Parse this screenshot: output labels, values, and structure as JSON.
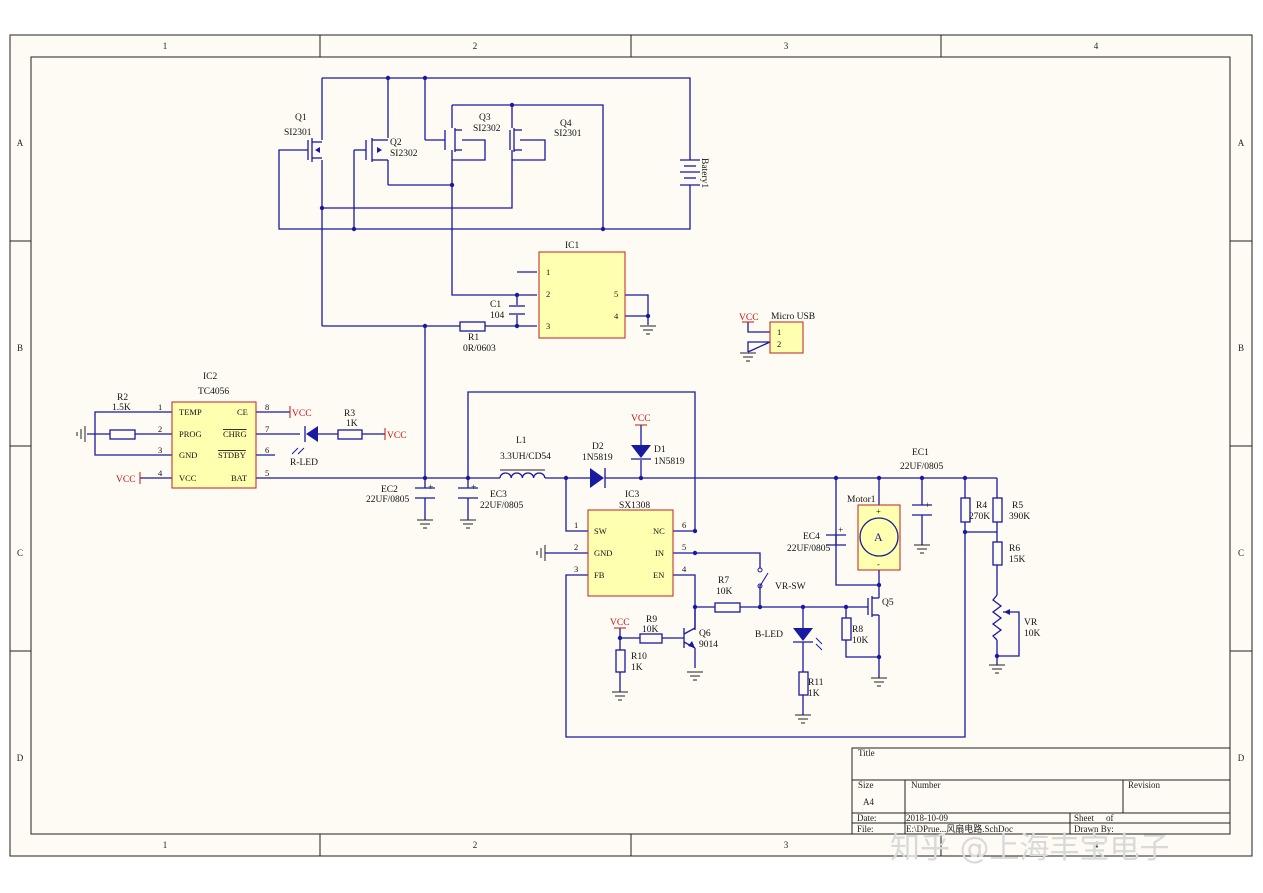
{
  "frame": {
    "columns": [
      "1",
      "2",
      "3",
      "4"
    ],
    "rows": [
      "A",
      "B",
      "C",
      "D"
    ]
  },
  "title_block": {
    "title_label": "Title",
    "size_label": "Size",
    "size_value": "A4",
    "number_label": "Number",
    "revision_label": "Revision",
    "date_label": "Date:",
    "date_value": "2018-10-09",
    "sheet_label": "Sheet",
    "sheet_of": "of",
    "file_label": "File:",
    "file_value": "E:\\DPrue...风扇电路.SchDoc",
    "drawn_label": "Drawn By:"
  },
  "watermark": "知乎 @上海丰宝电子",
  "components": {
    "q1": {
      "ref": "Q1",
      "part": "SI2301"
    },
    "q2": {
      "ref": "Q2",
      "part": "SI2302"
    },
    "q3": {
      "ref": "Q3",
      "part": "SI2302"
    },
    "q4": {
      "ref": "Q4",
      "part": "SI2301"
    },
    "battery": {
      "ref": "Batery1"
    },
    "ic1": {
      "ref": "IC1",
      "pins": [
        "1",
        "2",
        "3",
        "4",
        "5"
      ]
    },
    "c1": {
      "ref": "C1",
      "value": "104"
    },
    "r1": {
      "ref": "R1",
      "value": "0R/0603"
    },
    "usb": {
      "ref": "Micro USB",
      "pins": [
        "1",
        "2"
      ]
    },
    "ic2": {
      "ref": "IC2",
      "part": "TC4056",
      "left_pins": [
        {
          "num": "1",
          "name": "TEMP"
        },
        {
          "num": "2",
          "name": "PROG"
        },
        {
          "num": "3",
          "name": "GND"
        },
        {
          "num": "4",
          "name": "VCC"
        }
      ],
      "right_pins": [
        {
          "num": "8",
          "name": "CE"
        },
        {
          "num": "7",
          "name": "CHRG"
        },
        {
          "num": "6",
          "name": "STDBY"
        },
        {
          "num": "5",
          "name": "BAT"
        }
      ]
    },
    "r2": {
      "ref": "R2",
      "value": "1.5K"
    },
    "r3": {
      "ref": "R3",
      "value": "1K"
    },
    "rled": {
      "ref": "R-LED"
    },
    "ec2": {
      "ref": "EC2",
      "value": "22UF/0805"
    },
    "ec3": {
      "ref": "EC3",
      "value": "22UF/0805"
    },
    "l1": {
      "ref": "L1",
      "value": "3.3UH/CD54"
    },
    "d2": {
      "ref": "D2",
      "part": "1N5819"
    },
    "d1": {
      "ref": "D1",
      "part": "1N5819"
    },
    "ec1": {
      "ref": "EC1",
      "value": "22UF/0805"
    },
    "ic3": {
      "ref": "IC3",
      "part": "SX1308",
      "left_pins": [
        {
          "num": "1",
          "name": "SW"
        },
        {
          "num": "2",
          "name": "GND"
        },
        {
          "num": "3",
          "name": "FB"
        }
      ],
      "right_pins": [
        {
          "num": "6",
          "name": "NC"
        },
        {
          "num": "5",
          "name": "IN"
        },
        {
          "num": "4",
          "name": "EN"
        }
      ]
    },
    "motor": {
      "ref": "Motor1",
      "symbol": "A",
      "plus": "+",
      "minus": "-"
    },
    "ec4": {
      "ref": "EC4",
      "value": "22UF/0805"
    },
    "r4": {
      "ref": "R4",
      "value": "270K"
    },
    "r5": {
      "ref": "R5",
      "value": "390K"
    },
    "r6": {
      "ref": "R6",
      "value": "15K"
    },
    "vr": {
      "ref": "VR",
      "value": "10K"
    },
    "vrsw": {
      "ref": "VR-SW"
    },
    "r7": {
      "ref": "R7",
      "value": "10K"
    },
    "q5": {
      "ref": "Q5"
    },
    "r8": {
      "ref": "R8",
      "value": "10K"
    },
    "bled": {
      "ref": "B-LED"
    },
    "r11": {
      "ref": "R11",
      "value": "1K"
    },
    "r9": {
      "ref": "R9",
      "value": "10K"
    },
    "q6": {
      "ref": "Q6",
      "part": "9014"
    },
    "r10": {
      "ref": "R10",
      "value": "1K"
    },
    "vcc": "VCC",
    "plus": "+"
  },
  "colors": {
    "wire": "#1a1aa0",
    "component_fill": "#ffffb0",
    "net_label": "#d01010",
    "paper": "#fdfbf4"
  }
}
